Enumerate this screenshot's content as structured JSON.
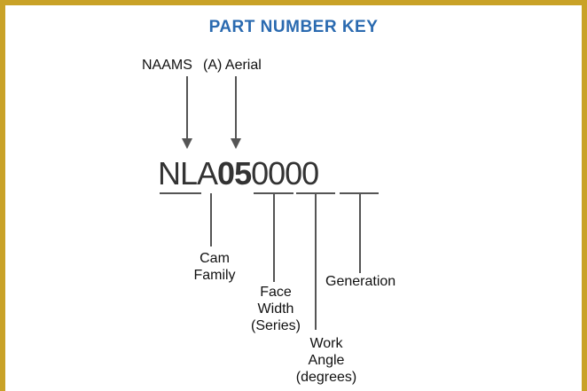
{
  "title": "PART NUMBER KEY",
  "top_labels": {
    "naams": "NAAMS",
    "aerial": "(A) Aerial"
  },
  "code": {
    "n": "N",
    "l": "L",
    "a": "A",
    "face": "05",
    "angle": "00",
    "gen": "00"
  },
  "bottom_labels": {
    "cam_family": [
      "Cam",
      "Family"
    ],
    "face_width": [
      "Face",
      "Width",
      "(Series)"
    ],
    "generation": "Generation",
    "work_angle": [
      "Work",
      "Angle",
      "(degrees)"
    ]
  },
  "colors": {
    "frame": "#c9a227",
    "title": "#2a6ab0",
    "line": "#555555"
  }
}
